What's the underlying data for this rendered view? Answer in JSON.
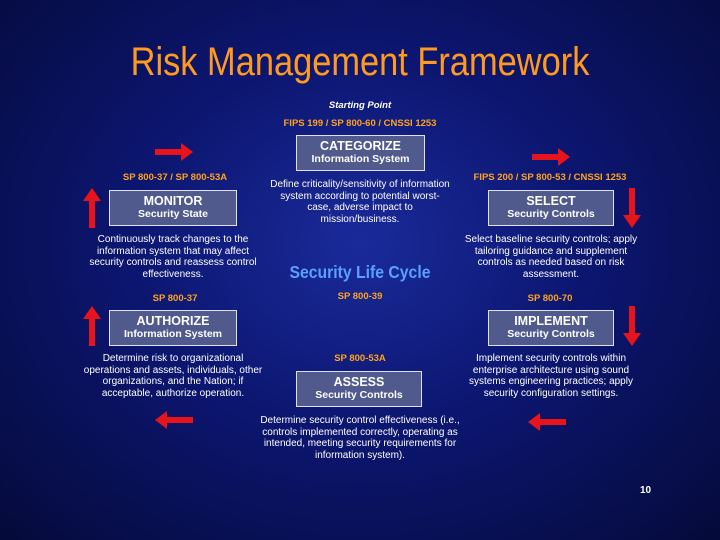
{
  "title": "Risk Management Framework",
  "starting_point": "Starting Point",
  "center_label": "Security Life Cycle",
  "center_ref": "SP 800-39",
  "page_number": "10",
  "steps": {
    "categorize": {
      "ref": "FIPS 199 / SP 800-60 / CNSSI 1253",
      "title": "CATEGORIZE",
      "subtitle": "Information System",
      "description": "Define criticality/sensitivity of information system according to potential worst-case, adverse impact to mission/business."
    },
    "select": {
      "ref": "FIPS 200 / SP 800-53 / CNSSI 1253",
      "title": "SELECT",
      "subtitle": "Security Controls",
      "description": "Select baseline security controls; apply tailoring guidance and supplement controls as needed based on risk assessment."
    },
    "implement": {
      "ref": "SP 800-70",
      "title": "IMPLEMENT",
      "subtitle": "Security Controls",
      "description": "Implement security controls within enterprise architecture using sound systems engineering practices; apply security configuration settings."
    },
    "assess": {
      "ref": "SP 800-53A",
      "title": "ASSESS",
      "subtitle": "Security Controls",
      "description": "Determine security control effectiveness (i.e., controls implemented correctly, operating as intended, meeting security requirements for information system)."
    },
    "authorize": {
      "ref": "SP 800-37",
      "title": "AUTHORIZE",
      "subtitle": "Information System",
      "description": "Determine risk to organizational operations and assets, individuals, other organizations, and the Nation; if acceptable, authorize operation."
    },
    "monitor": {
      "ref": "SP 800-37 / SP 800-53A",
      "title": "MONITOR",
      "subtitle": "Security State",
      "description": "Continuously track changes to the information system that may affect security controls and reassess control effectiveness."
    }
  },
  "colors": {
    "title": "#ff9a1f",
    "ref": "#ffa31f",
    "arrow": "#e8141c",
    "box": "#505a8c",
    "center": "#5aa0ff"
  }
}
